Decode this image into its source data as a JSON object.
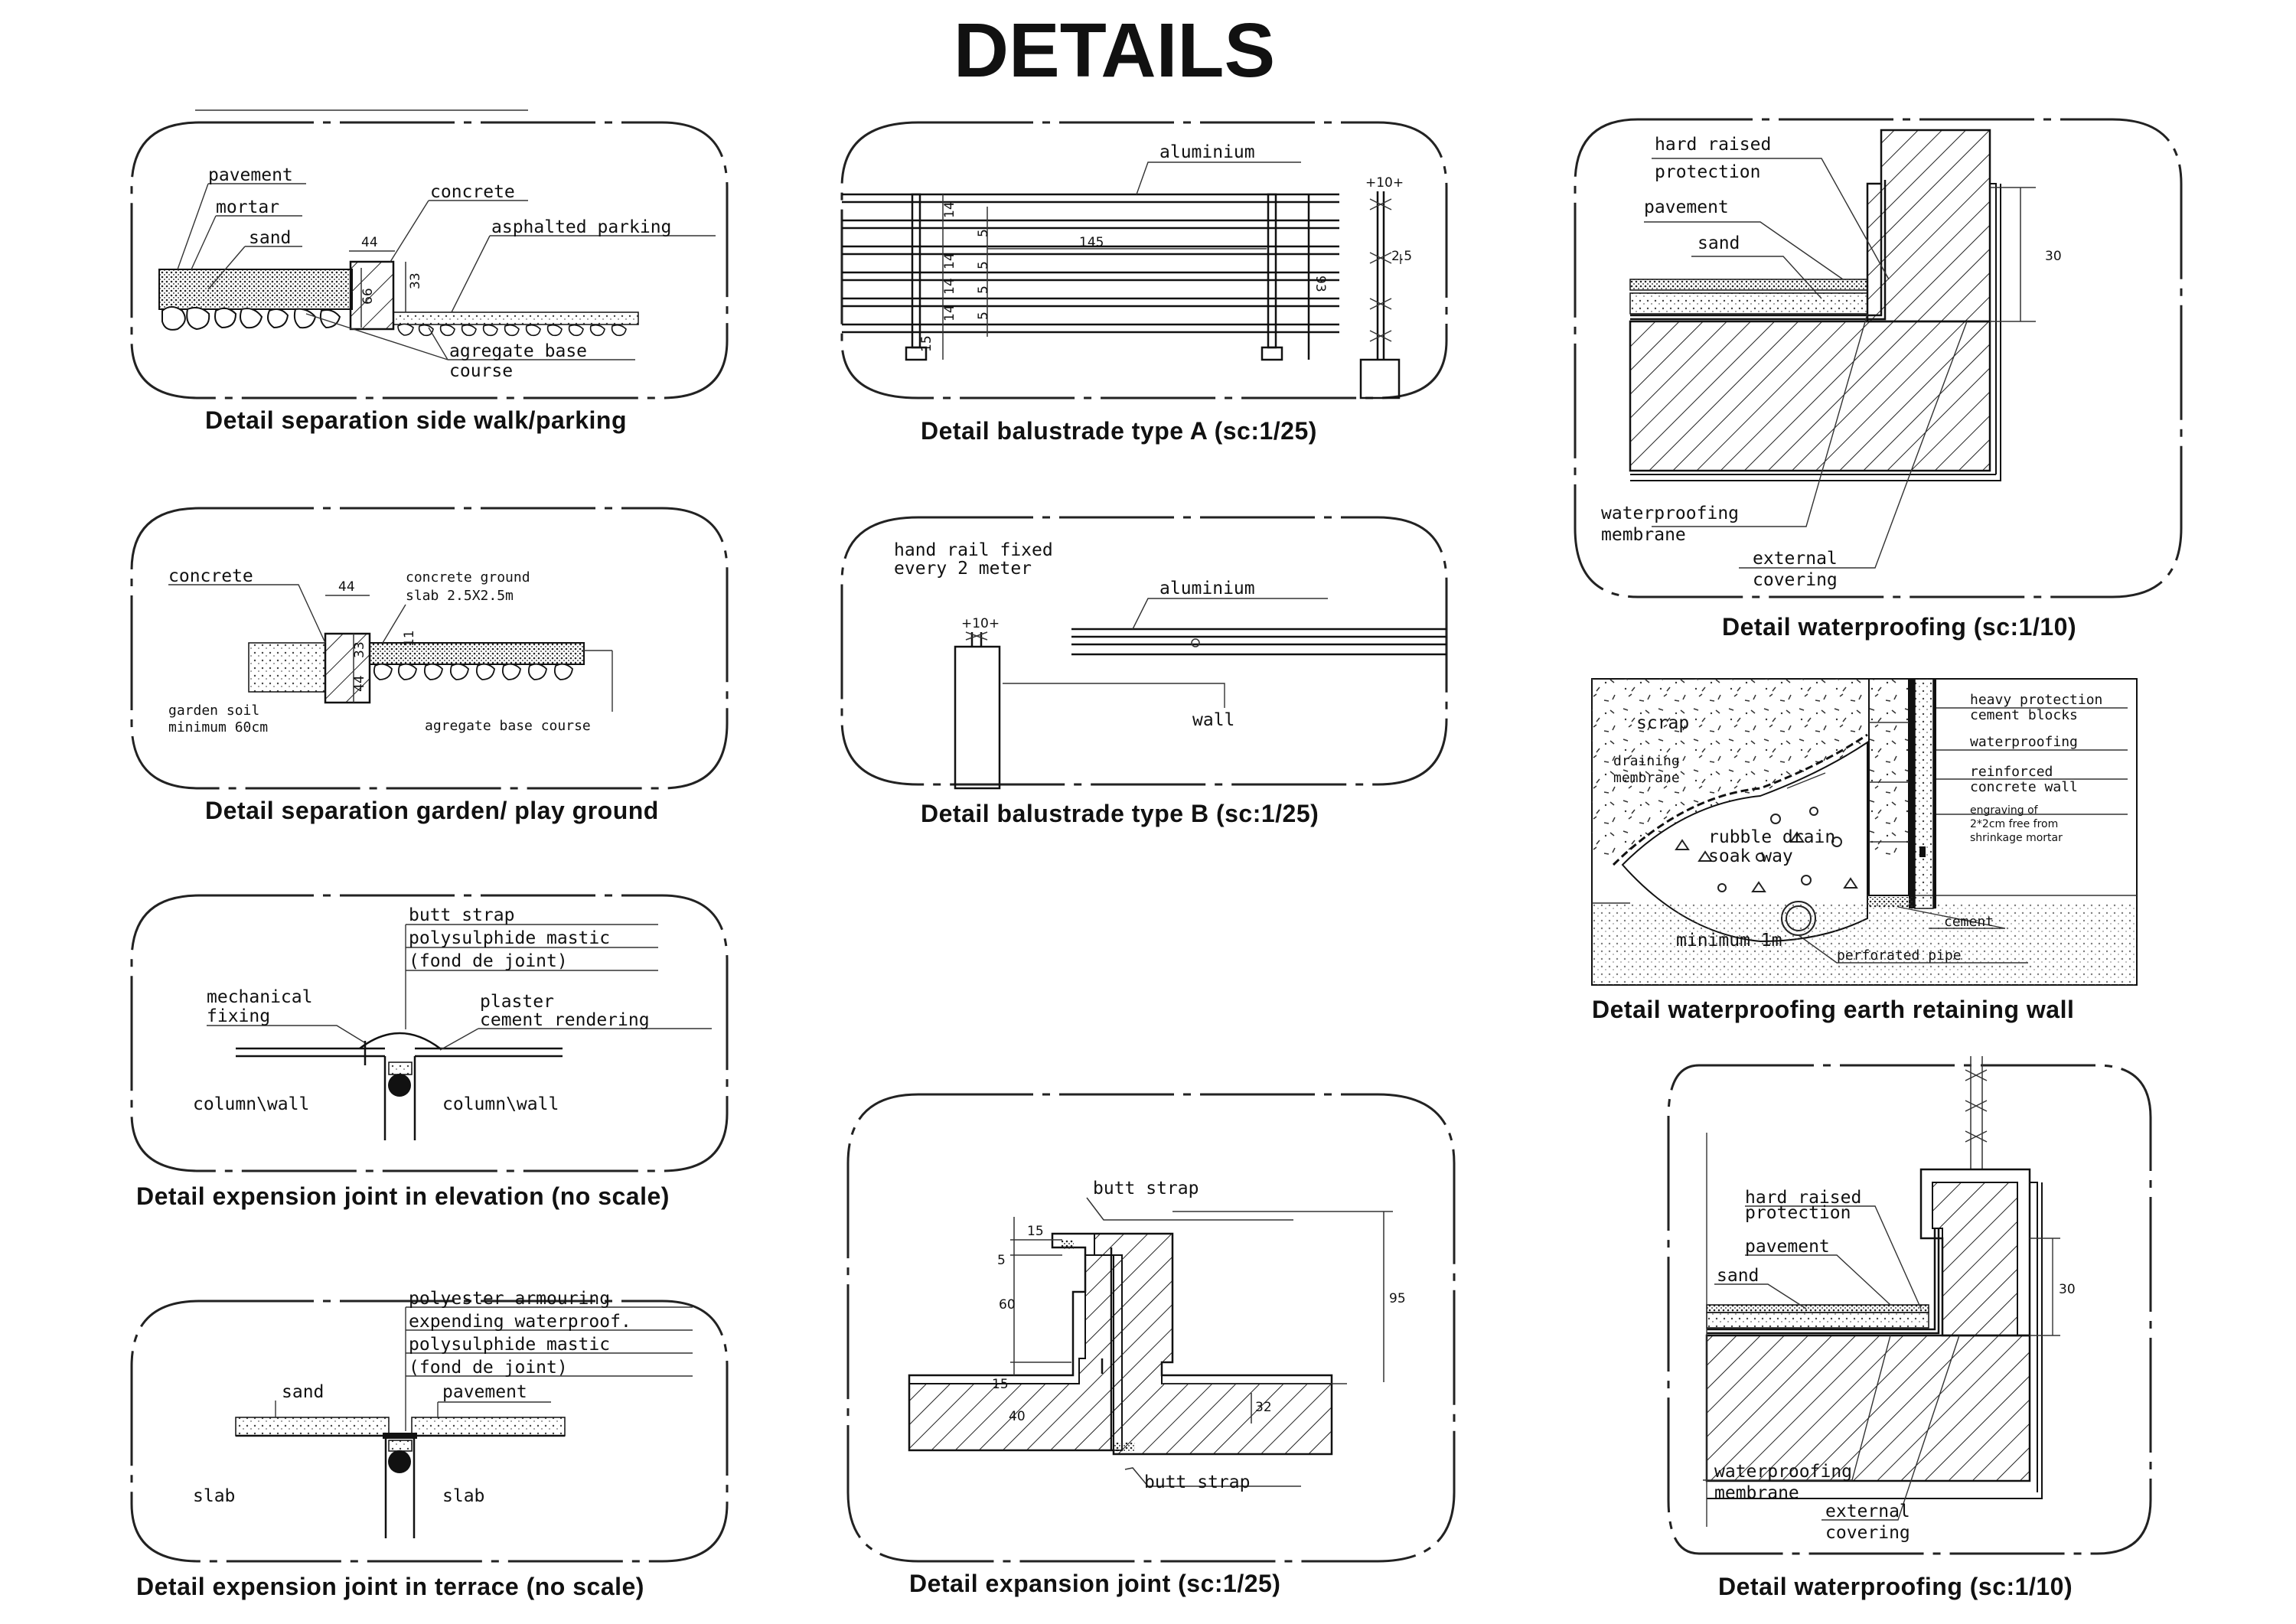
{
  "title": "DETAILS",
  "details": {
    "sidewalk": {
      "caption": "Detail separation side walk/parking",
      "labels": [
        "pavement",
        "mortar",
        "sand",
        "concrete",
        "asphalted parking",
        "agregate base",
        "course"
      ],
      "dims": [
        "44",
        "33",
        "66"
      ]
    },
    "garden": {
      "caption": "Detail separation garden/ play ground",
      "labels": [
        "concrete",
        "concrete ground",
        "slab 2.5X2.5m",
        "garden soil",
        "minimum 60cm",
        "agregate base course"
      ],
      "dims": [
        "44",
        "33",
        "44",
        "11"
      ]
    },
    "joint_elev": {
      "caption": "Detail expension joint in elevation (no scale)",
      "labels": [
        "butt strap",
        "polysulphide mastic",
        "(fond de joint)",
        "mechanical",
        "fixing",
        "plaster",
        "cement rendering",
        "column\\wall",
        "column\\wall"
      ]
    },
    "joint_terrace": {
      "caption": "Detail expension joint in terrace (no scale)",
      "labels": [
        "polyester armouring",
        "expending waterproof.",
        "polysulphide mastic",
        "(fond de joint)",
        "sand",
        "pavement",
        "slab",
        "slab"
      ]
    },
    "bal_a": {
      "caption": "Detail balustrade type A (sc:1/25)",
      "labels": [
        "aluminium"
      ],
      "dims": [
        "14",
        "5",
        "14",
        "5",
        "14",
        "5",
        "14",
        "5",
        "15",
        "145",
        "93",
        "2.5",
        "+10+"
      ]
    },
    "bal_b": {
      "caption": "Detail balustrade type B (sc:1/25)",
      "labels": [
        "hand rail fixed",
        "every 2 meter",
        "aluminium",
        "wall"
      ],
      "dims": [
        "+10+"
      ]
    },
    "exp_joint": {
      "caption": "Detail expansion joint  (sc:1/25)",
      "labels": [
        "butt strap",
        "butt strap"
      ],
      "dims": [
        "15",
        "5",
        "60",
        "95",
        "15",
        "40",
        "32"
      ]
    },
    "wp_top": {
      "caption": "Detail waterproofing  (sc:1/10)",
      "labels": [
        "hard raised",
        "protection",
        "pavement",
        "sand",
        "waterproofing",
        "membrane",
        "external",
        "covering"
      ],
      "dims": [
        "30"
      ]
    },
    "retaining": {
      "caption": "Detail waterproofing earth retaining wall",
      "labels": [
        "scrap",
        "draining",
        "membrane",
        "rubble drain",
        "soak way",
        "minimum 1m",
        "heavy protection",
        "cement blocks",
        "waterproofing",
        "reinforced",
        "concrete wall",
        "engraving of",
        "2*2cm free from",
        "shrinkage mortar",
        "cement",
        "perforated pipe"
      ]
    },
    "wp_bottom": {
      "caption": "Detail waterproofing  (sc:1/10)",
      "labels": [
        "hard raised",
        "protection",
        "pavement",
        "sand",
        "waterproofing",
        "membrane",
        "external",
        "covering"
      ],
      "dims": [
        "30"
      ]
    }
  }
}
